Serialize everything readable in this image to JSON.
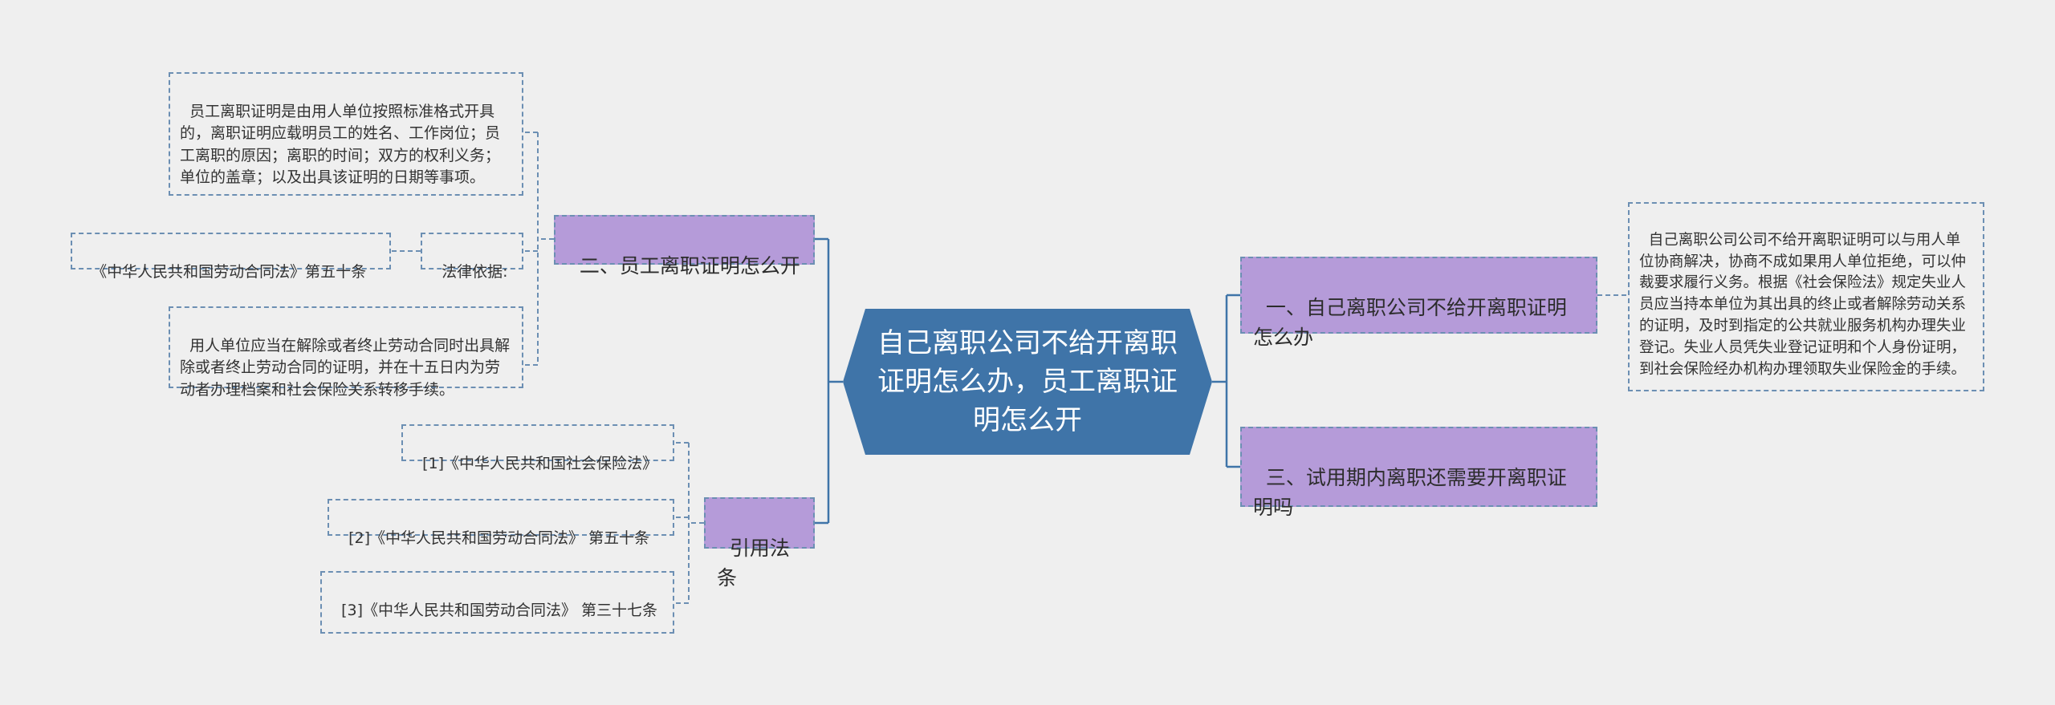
{
  "center": {
    "title": "自己离职公司不给开离职证明怎么办，员工离职证明怎么开"
  },
  "topics": {
    "t1": "一、自己离职公司不给开离职证明怎么办",
    "t2": "二、员工离职证明怎么开",
    "t3": "三、试用期内离职还需要开离职证明吗",
    "refs": "引用法条"
  },
  "leaves": {
    "t1_detail": "自己离职公司公司不给开离职证明可以与用人单位协商解决，协商不成如果用人单位拒绝，可以仲裁要求履行义务。根据《社会保险法》规定失业人员应当持本单位为其出具的终止或者解除劳动关系的证明，及时到指定的公共就业服务机构办理失业登记。失业人员凭失业登记证明和个人身份证明，到社会保险经办机构办理领取失业保险金的手续。",
    "t2_content": "员工离职证明是由用人单位按照标准格式开具的，离职证明应载明员工的姓名、工作岗位；员工离职的原因；离职的时间；双方的权利义务；单位的盖章；以及出具该证明的日期等事项。",
    "t2_basis_label": "法律依据:",
    "t2_basis_law": "《中华人民共和国劳动合同法》第五十条",
    "t2_duty": "用人单位应当在解除或者终止劳动合同时出具解除或者终止劳动合同的证明，并在十五日内为劳动者办理档案和社会保险关系转移手续。",
    "ref1": "[1]《中华人民共和国社会保险法》",
    "ref2": "[2]《中华人民共和国劳动合同法》 第五十条",
    "ref3": "[3]《中华人民共和国劳动合同法》 第三十七条"
  },
  "colors": {
    "background": "#efefef",
    "center_fill": "#3f74a8",
    "topic_fill": "#b59bd9",
    "connector": "#3f74a8",
    "dashed_border": "#6c8fb3"
  }
}
